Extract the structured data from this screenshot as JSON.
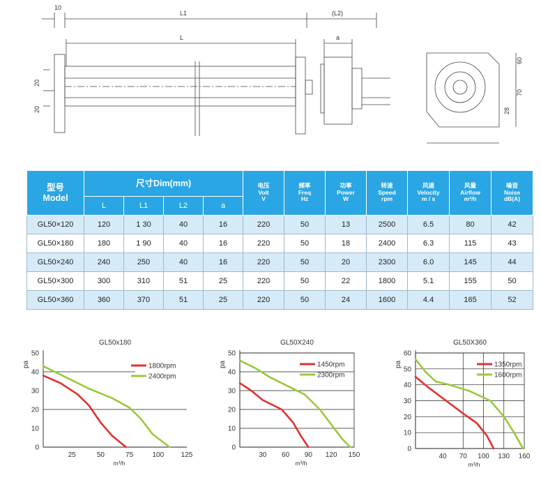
{
  "drawing": {
    "dims": {
      "d10": "10",
      "L1": "L1",
      "L2": "(L2)",
      "L": "L",
      "a": "a",
      "d20a": "20",
      "d20b": "20",
      "d60": "60",
      "d70": "70",
      "d28": "28"
    }
  },
  "table": {
    "model_zh": "型号",
    "model_en": "Model",
    "dim_header": "尺寸Dim(mm)",
    "dim_sub": [
      "L",
      "L1",
      "L2",
      "a"
    ],
    "cols": [
      {
        "zh": "电压",
        "en": "Volt",
        "unit": "V"
      },
      {
        "zh": "频率",
        "en": "Freq",
        "unit": "Hz"
      },
      {
        "zh": "功率",
        "en": "Power",
        "unit": "W"
      },
      {
        "zh": "转速",
        "en": "Speed",
        "unit": "rpm"
      },
      {
        "zh": "风速",
        "en": "Velocity",
        "unit": "m / s"
      },
      {
        "zh": "风量",
        "en": "Airflow",
        "unit": "m³/h"
      },
      {
        "zh": "噪音",
        "en": "Noise",
        "unit": "dB(A)"
      }
    ],
    "rows": [
      [
        "GL50×120",
        "120",
        "1 30",
        "40",
        "16",
        "220",
        "50",
        "13",
        "2500",
        "6.5",
        "80",
        "42"
      ],
      [
        "GL50×180",
        "180",
        "1 90",
        "40",
        "16",
        "220",
        "50",
        "18",
        "2400",
        "6.3",
        "115",
        "43"
      ],
      [
        "GL50×240",
        "240",
        "250",
        "40",
        "16",
        "220",
        "50",
        "20",
        "2300",
        "6.0",
        "145",
        "44"
      ],
      [
        "GL50×300",
        "300",
        "310",
        "51",
        "25",
        "220",
        "50",
        "22",
        "1800",
        "5.1",
        "155",
        "50"
      ],
      [
        "GL50×360",
        "360",
        "370",
        "51",
        "25",
        "220",
        "50",
        "24",
        "1600",
        "4.4",
        "165",
        "52"
      ]
    ]
  },
  "chart_data": [
    {
      "type": "line",
      "title": "GL50x180",
      "ylabel": "pa",
      "xlabel": "m³/h",
      "xlim": [
        0,
        125
      ],
      "ylim": [
        0,
        50
      ],
      "x_ticks": [
        25,
        50,
        75,
        100,
        125
      ],
      "y_ticks": [
        0,
        10,
        20,
        30,
        40,
        50
      ],
      "grid_y": [
        0,
        20,
        40
      ],
      "legend_position": "top-right",
      "series": [
        {
          "name": "1800rpm",
          "color": "#e0312e",
          "points": [
            [
              0,
              38
            ],
            [
              15,
              34
            ],
            [
              30,
              28
            ],
            [
              40,
              22
            ],
            [
              50,
              13
            ],
            [
              60,
              6
            ],
            [
              72,
              0
            ]
          ]
        },
        {
          "name": "2400rpm",
          "color": "#9bc83c",
          "points": [
            [
              0,
              43
            ],
            [
              20,
              37
            ],
            [
              40,
              31
            ],
            [
              60,
              26
            ],
            [
              75,
              21
            ],
            [
              85,
              15
            ],
            [
              95,
              7
            ],
            [
              110,
              0
            ]
          ]
        }
      ]
    },
    {
      "type": "line",
      "title": "GL50X240",
      "ylabel": "pa",
      "xlabel": "m³/h",
      "xlim": [
        0,
        150
      ],
      "ylim": [
        0,
        50
      ],
      "x_ticks": [
        30,
        60,
        90,
        120,
        150
      ],
      "y_ticks": [
        0,
        10,
        20,
        30,
        40,
        50
      ],
      "grid_y": [
        0,
        10,
        20,
        30,
        40,
        50
      ],
      "legend_position": "top-right",
      "series": [
        {
          "name": "1450rpm",
          "color": "#e0312e",
          "points": [
            [
              0,
              34
            ],
            [
              15,
              30
            ],
            [
              30,
              25
            ],
            [
              55,
              20
            ],
            [
              70,
              13
            ],
            [
              80,
              6
            ],
            [
              90,
              0
            ]
          ]
        },
        {
          "name": "2300rpm",
          "color": "#9bc83c",
          "points": [
            [
              0,
              46
            ],
            [
              20,
              42
            ],
            [
              40,
              37
            ],
            [
              60,
              33
            ],
            [
              85,
              28
            ],
            [
              105,
              20
            ],
            [
              120,
              12
            ],
            [
              135,
              4
            ],
            [
              145,
              0
            ]
          ]
        }
      ]
    },
    {
      "type": "line",
      "title": "GL50X360",
      "ylabel": "pa",
      "xlabel": "m³/h",
      "xlim": [
        0,
        160
      ],
      "ylim": [
        0,
        60
      ],
      "x_ticks": [
        40,
        70,
        100,
        130,
        160
      ],
      "y_ticks": [
        0,
        10,
        20,
        30,
        40,
        50,
        60
      ],
      "grid_y": [
        0,
        10,
        20,
        30,
        40,
        50,
        60
      ],
      "grid_x": [
        70,
        100,
        130
      ],
      "legend_position": "top-right",
      "series": [
        {
          "name": "1350rpm",
          "color": "#e0312e",
          "points": [
            [
              0,
              45
            ],
            [
              20,
              38
            ],
            [
              45,
              30
            ],
            [
              70,
              22
            ],
            [
              90,
              16
            ],
            [
              105,
              8
            ],
            [
              115,
              0
            ]
          ]
        },
        {
          "name": "1600rpm",
          "color": "#9bc83c",
          "points": [
            [
              0,
              56
            ],
            [
              15,
              48
            ],
            [
              30,
              42
            ],
            [
              50,
              40
            ],
            [
              80,
              36
            ],
            [
              110,
              30
            ],
            [
              130,
              20
            ],
            [
              145,
              10
            ],
            [
              158,
              0
            ]
          ]
        }
      ]
    }
  ]
}
